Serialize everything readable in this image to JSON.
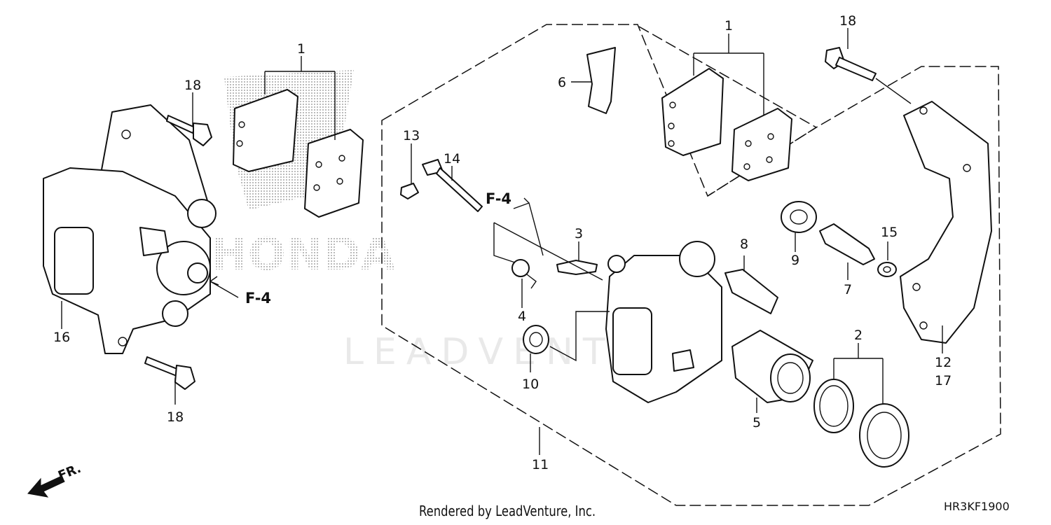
{
  "diagram": {
    "watermark": "LEADVENTURE",
    "brand_mark": "HONDA",
    "direction_label": "FR.",
    "ref_marks": [
      "F-4",
      "F-4"
    ],
    "callouts": [
      {
        "id": "left-pad-set",
        "text": "1"
      },
      {
        "id": "left-bolt-top",
        "text": "18"
      },
      {
        "id": "left-caliper",
        "text": "16"
      },
      {
        "id": "left-bolt-bottom",
        "text": "18"
      },
      {
        "id": "right-pad-set",
        "text": "1"
      },
      {
        "id": "bracket-bolt",
        "text": "18"
      },
      {
        "id": "pad-spring",
        "text": "6"
      },
      {
        "id": "pin-plug",
        "text": "13"
      },
      {
        "id": "pad-pin",
        "text": "14"
      },
      {
        "id": "bleeder",
        "text": "3"
      },
      {
        "id": "bleeder-cap",
        "text": "4"
      },
      {
        "id": "boot-small",
        "text": "10"
      },
      {
        "id": "caliper-assy",
        "text": "11"
      },
      {
        "id": "pin-boot",
        "text": "8"
      },
      {
        "id": "bracket-boot",
        "text": "9"
      },
      {
        "id": "slide-pin",
        "text": "7"
      },
      {
        "id": "washer",
        "text": "15"
      },
      {
        "id": "piston",
        "text": "5"
      },
      {
        "id": "seal-set",
        "text": "2"
      },
      {
        "id": "bracket-a",
        "text": "12"
      },
      {
        "id": "bracket-b",
        "text": "17"
      }
    ]
  },
  "footer": {
    "rendered_by": "Rendered by LeadVenture, Inc.",
    "diagram_code": "HR3KF1900"
  }
}
